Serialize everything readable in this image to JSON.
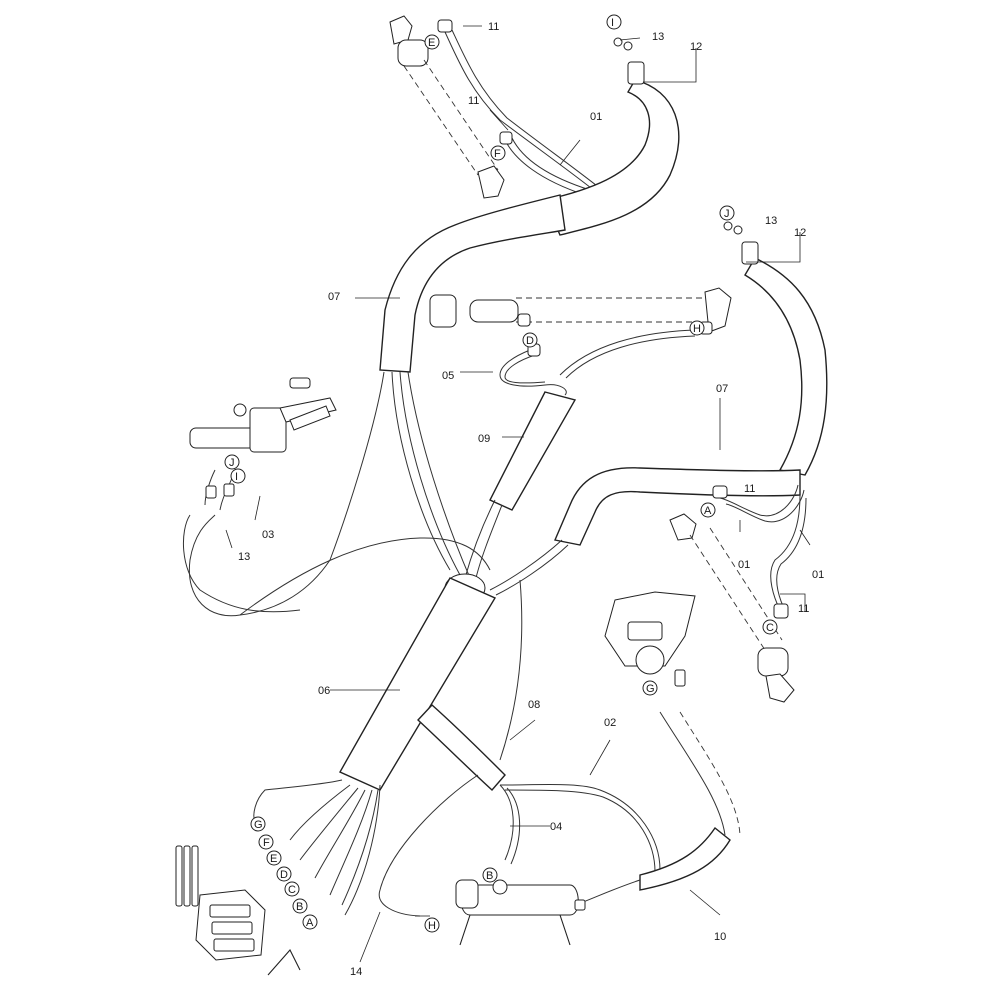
{
  "part_labels": {
    "p01": "01",
    "p02": "02",
    "p03": "03",
    "p04": "04",
    "p05": "05",
    "p06": "06",
    "p07": "07",
    "p08": "08",
    "p09": "09",
    "p10": "10",
    "p11": "11",
    "p12": "12",
    "p13": "13",
    "p14": "14"
  },
  "port_letters": {
    "A": "A",
    "B": "B",
    "C": "C",
    "D": "D",
    "E": "E",
    "F": "F",
    "G": "G",
    "H": "H",
    "I": "I",
    "J": "J"
  },
  "colors": {
    "line": "#222222",
    "background": "#ffffff"
  }
}
